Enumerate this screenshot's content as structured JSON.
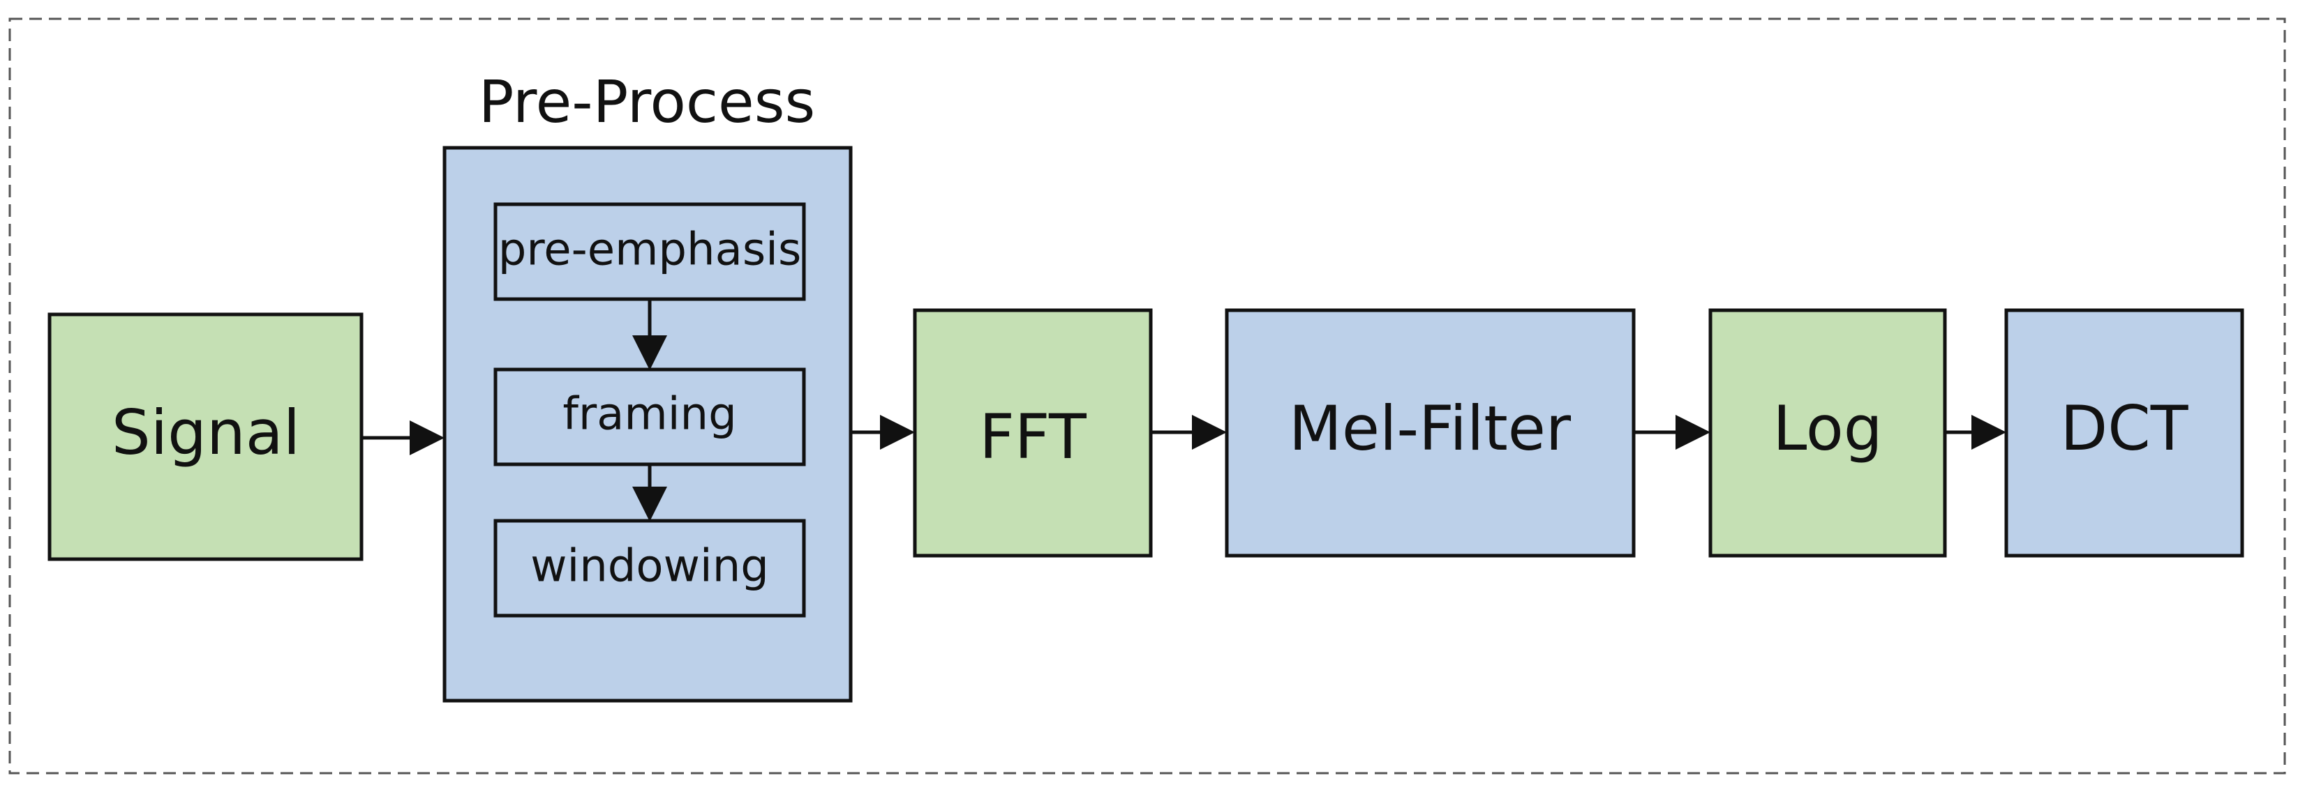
{
  "colors": {
    "green": "#c5e0b4",
    "blue": "#bcd0e9",
    "stroke": "#111111",
    "frame": "#555555"
  },
  "preprocess": {
    "title": "Pre-Process",
    "steps": [
      "pre-emphasis",
      "framing",
      "windowing"
    ]
  },
  "blocks": {
    "signal": "Signal",
    "fft": "FFT",
    "mel": "Mel-Filter",
    "log": "Log",
    "dct": "DCT"
  }
}
